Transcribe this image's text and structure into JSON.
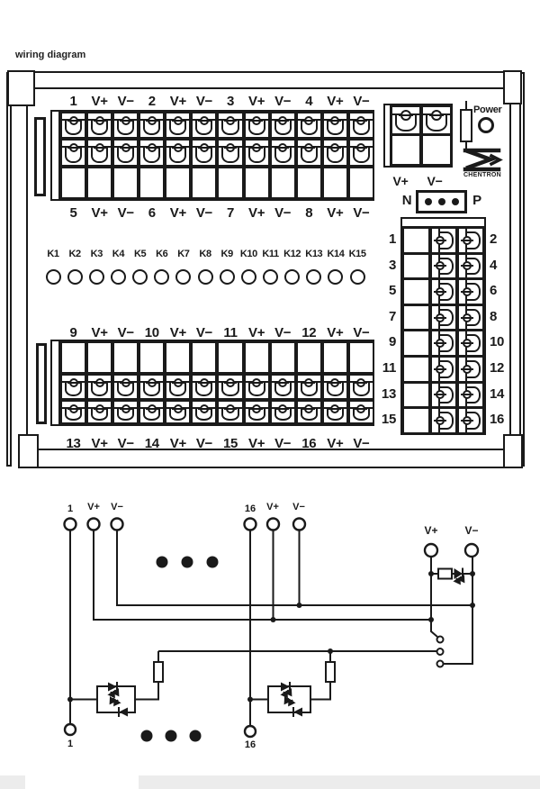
{
  "title": "wiring diagram",
  "colors": {
    "line": "#1a1a1a",
    "background": "#ffffff"
  },
  "panel": {
    "top_block": {
      "row_above": [
        "1",
        "V+",
        "V−",
        "2",
        "V+",
        "V−",
        "3",
        "V+",
        "V−",
        "4",
        "V+",
        "V−"
      ],
      "row_below": [
        "5",
        "V+",
        "V−",
        "6",
        "V+",
        "V−",
        "7",
        "V+",
        "V−",
        "8",
        "V+",
        "V−"
      ]
    },
    "bottom_block": {
      "row_above": [
        "9",
        "V+",
        "V−",
        "10",
        "V+",
        "V−",
        "11",
        "V+",
        "V−",
        "12",
        "V+",
        "V−"
      ],
      "row_below": [
        "13",
        "V+",
        "V−",
        "14",
        "V+",
        "V−",
        "15",
        "V+",
        "V−",
        "16",
        "V+",
        "V−"
      ]
    },
    "k_row": [
      "K1",
      "K2",
      "K3",
      "K4",
      "K5",
      "K6",
      "K7",
      "K8",
      "K9",
      "K10",
      "K11",
      "K12",
      "K13",
      "K14",
      "K15"
    ],
    "right_block": {
      "left_numbers": [
        "1",
        "3",
        "5",
        "7",
        "9",
        "11",
        "13",
        "15"
      ],
      "right_numbers": [
        "2",
        "4",
        "6",
        "8",
        "10",
        "12",
        "14",
        "16"
      ]
    },
    "power": {
      "label": "Power",
      "brand": "CHENTRON",
      "v_plus": "V+",
      "v_minus": "V−",
      "n": "N",
      "p": "P"
    }
  },
  "schematic": {
    "left_group": [
      "1",
      "V+",
      "V−"
    ],
    "right_group": [
      "16",
      "V+",
      "V−"
    ],
    "output_group": [
      "V+",
      "V−"
    ],
    "bottom_left": "1",
    "bottom_right": "16"
  }
}
